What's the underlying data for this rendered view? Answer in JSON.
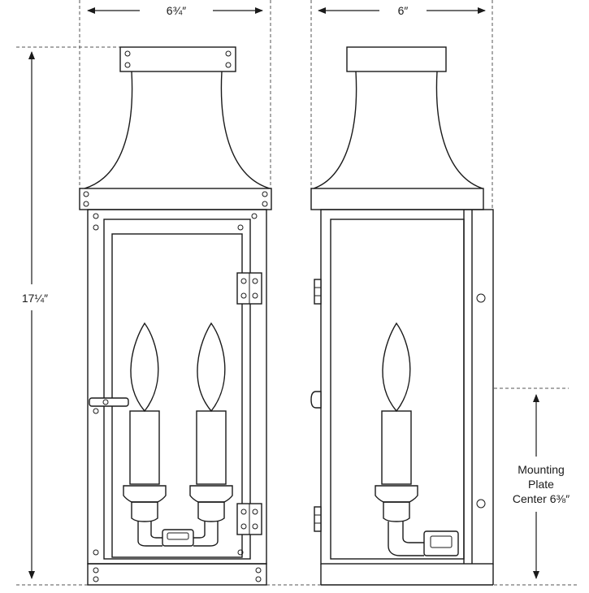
{
  "dimensions": {
    "front_width": "6¾″",
    "side_width": "6″",
    "height": "17¼″",
    "mounting_line1": "Mounting",
    "mounting_line2": "Plate",
    "mounting_line3": "Center 6⅜″"
  },
  "colors": {
    "line": "#1a1a1a",
    "background": "#ffffff"
  }
}
